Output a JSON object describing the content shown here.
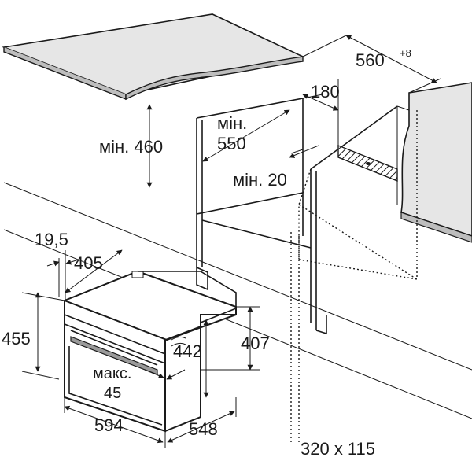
{
  "diagram": {
    "labels": {
      "depth_top": "560",
      "depth_top_tol": "+8",
      "gap_180": "180",
      "min_460": "мін. 460",
      "min_550_a": "мін.",
      "min_550_b": "550",
      "min_20": "мін. 20",
      "d_19_5": "19,5",
      "d_405": "405",
      "d_455": "455",
      "d_442": "442",
      "d_407": "407",
      "max_a": "макс.",
      "max_b": "45",
      "d_594": "594",
      "d_548": "548",
      "vent": "320 x 115"
    }
  }
}
